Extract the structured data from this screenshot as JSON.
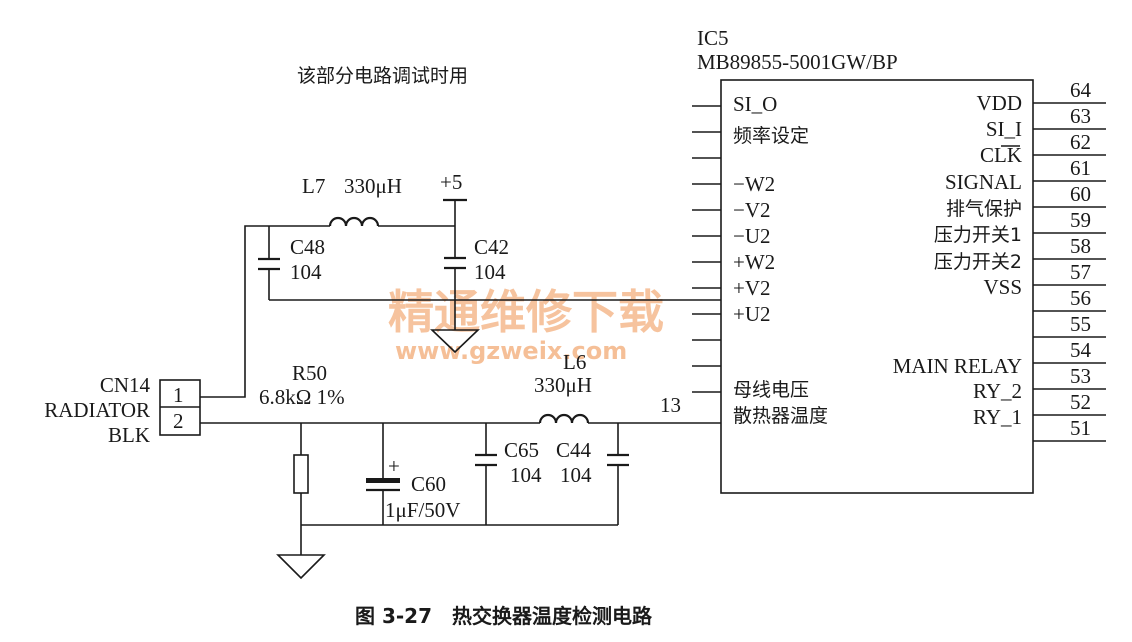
{
  "note": "该部分电路调试时用",
  "ic": {
    "ref": "IC5",
    "part": "MB89855-5001GW/BP",
    "left_pins": [
      "SI_O",
      "频率设定",
      "−W2",
      "−V2",
      "−U2",
      "+W2",
      "+V2",
      "+U2",
      "母线电压",
      "散热器温度"
    ],
    "pin13": "13",
    "right_pins": [
      {
        "label": "VDD",
        "num": "64"
      },
      {
        "label": "SI_I",
        "num": "63"
      },
      {
        "label": "CLK",
        "num": "62"
      },
      {
        "label": "SIGNAL",
        "num": "61"
      },
      {
        "label": "排气保护",
        "num": "60"
      },
      {
        "label": "压力开关1",
        "num": "59"
      },
      {
        "label": "压力开关2",
        "num": "58"
      },
      {
        "label": "VSS",
        "num": "57"
      },
      {
        "label": "",
        "num": "56"
      },
      {
        "label": "",
        "num": "55"
      },
      {
        "label": "MAIN RELAY",
        "num": "54"
      },
      {
        "label": "RY_2",
        "num": "53"
      },
      {
        "label": "RY_1",
        "num": "52"
      },
      {
        "label": "",
        "num": "51"
      }
    ]
  },
  "components": {
    "l7_ref": "L7",
    "l7_val": "330μH",
    "vcc": "+5",
    "c48_ref": "C48",
    "c48_val": "104",
    "c42_ref": "C42",
    "c42_val": "104",
    "cn14_ref": "CN14",
    "cn14_name1": "RADIATOR",
    "cn14_name2": "BLK",
    "cn14_pin1": "1",
    "cn14_pin2": "2",
    "r50_ref": "R50",
    "r50_val": "6.8kΩ 1%",
    "l6_ref": "L6",
    "l6_val": "330μH",
    "c60_ref": "C60",
    "c60_val": "1μF/50V",
    "c60_pol": "+",
    "c65_ref": "C65",
    "c65_val": "104",
    "c44_ref": "C44",
    "c44_val": "104"
  },
  "watermark": {
    "text": "精通维修下载",
    "url": "www.gzweix.com"
  },
  "caption": "图 3-27　热交换器温度检测电路"
}
